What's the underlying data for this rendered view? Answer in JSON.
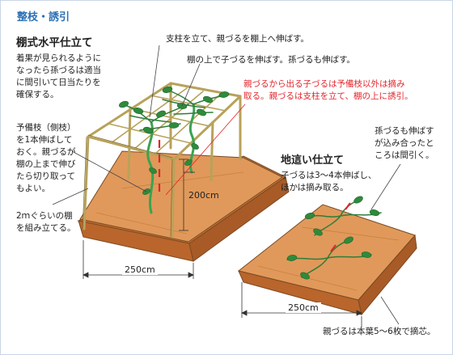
{
  "header": {
    "title": "整枝・誘引"
  },
  "sections": {
    "trellis": {
      "title": "棚式水平仕立て",
      "note_grandchild": "着果が見られるように\nなったら孫づるは適当\nに間引いて日当たりを\n確保する。",
      "note_side_vine": "予備枝（側枝）\nを1本伸ばして\nおく。親づるが\n棚の上まで伸び\nたら切り取って\nもよい。",
      "note_frame": "2ｍぐらいの棚\nを組み立てる。",
      "note_prop": "支柱を立て、親づるを棚上へ伸ばす。",
      "note_on_trellis": "棚の上で子づるを伸ばす。孫づるも伸ばす。",
      "note_red": "親づるから出る子づるは予備枝以外は摘み\n取る。親づるは支柱を立て、棚の上に誘引。",
      "dim_height": "200cm",
      "dim_width": "250cm"
    },
    "ground": {
      "title": "地這い仕立て",
      "note_children": "子づるは3～4本伸ばし、\nほかは摘み取る。",
      "note_grandchild": "孫づるも伸ばす\nが込み合ったと\nころは間引く。",
      "note_pinch": "親づるは本葉5～6枚で摘芯。",
      "dim_width": "250cm"
    }
  },
  "colors": {
    "title_blue": "#2a6fb5",
    "soil": "#d9894a",
    "soil_side": "#c47234",
    "soil_top": "#e5a467",
    "bamboo": "#d8c27a",
    "vine": "#2f9e4a",
    "leaf": "#3c8f3c",
    "red": "#e3242b"
  }
}
